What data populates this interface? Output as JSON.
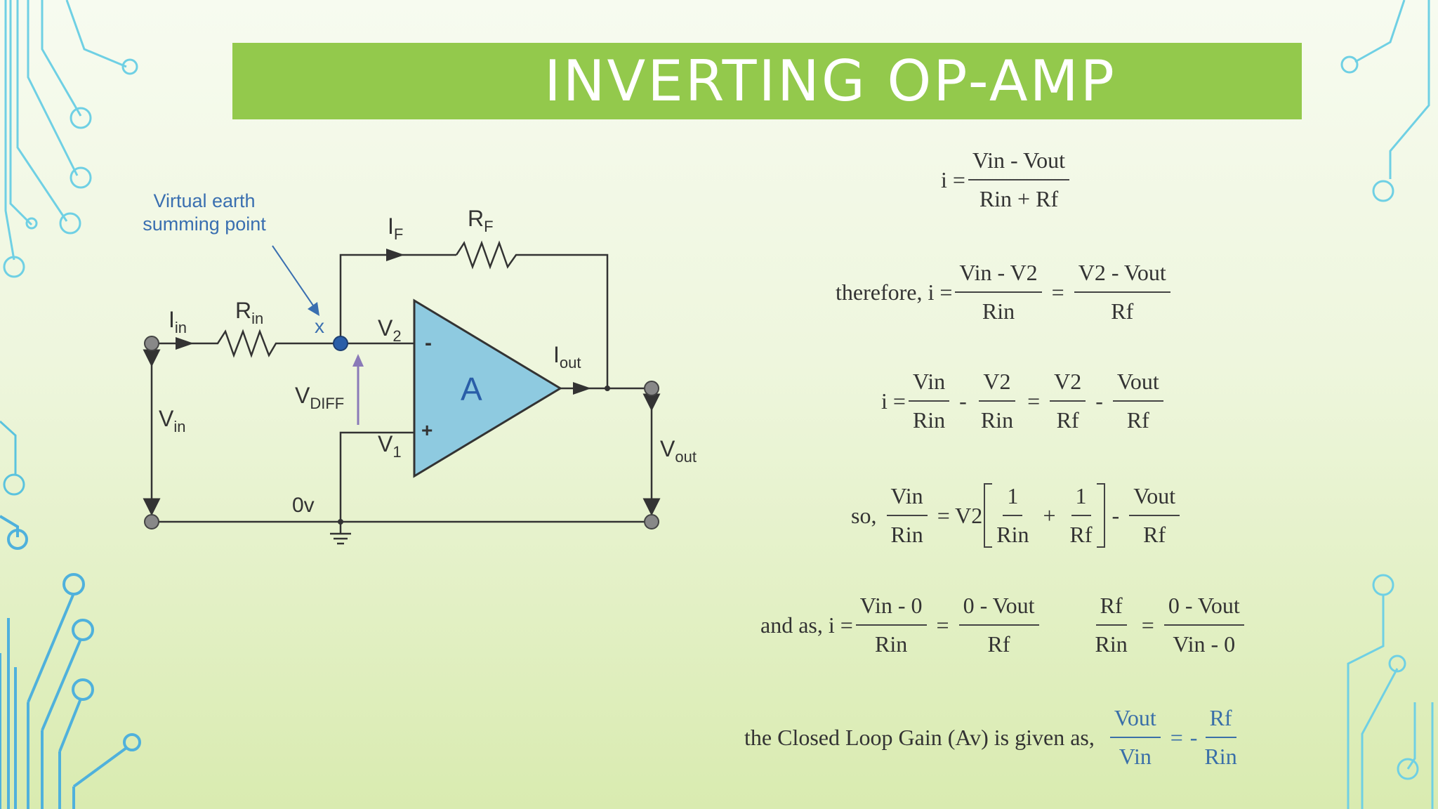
{
  "slide": {
    "title": "INVERTING OP-AMP"
  },
  "circuit": {
    "annotation_line1": "Virtual earth",
    "annotation_line2": "summing point",
    "i_in": "I",
    "i_in_sub": "in",
    "r_in": "R",
    "r_in_sub": "in",
    "x_label": "x",
    "i_f": "I",
    "i_f_sub": "F",
    "r_f": "R",
    "r_f_sub": "F",
    "v2": "V",
    "v2_sub": "2",
    "v1": "V",
    "v1_sub": "1",
    "minus": "-",
    "plus": "+",
    "amp": "A",
    "i_out": "I",
    "i_out_sub": "out",
    "v_diff": "V",
    "v_diff_sub": "DIFF",
    "v_in": "V",
    "v_in_sub": "in",
    "v_out": "V",
    "v_out_sub": "out",
    "zero_v": "0v",
    "colors": {
      "wire": "#333333",
      "amp_fill": "#8ecae0",
      "amp_label": "#2a5ea8",
      "annotation": "#3a6fb0",
      "diff_arrow": "#8a7ab8",
      "node": "#888888",
      "summing_node": "#2a5ea8"
    }
  },
  "equations": {
    "eq1": {
      "lhs": "i =",
      "num": "Vin - Vout",
      "den": "Rin + Rf"
    },
    "eq2": {
      "prefix": "therefore,  i =",
      "num1": "Vin - V2",
      "den1": "Rin",
      "eq": "=",
      "num2": "V2 - Vout",
      "den2": "Rf"
    },
    "eq3": {
      "lhs": "i =",
      "n1": "Vin",
      "d1": "Rin",
      "m1": "-",
      "n2": "V2",
      "d2": "Rin",
      "eq": "=",
      "n3": "V2",
      "d3": "Rf",
      "m2": "-",
      "n4": "Vout",
      "d4": "Rf"
    },
    "eq4": {
      "prefix": "so,",
      "n1": "Vin",
      "d1": "Rin",
      "eq": "= V2",
      "bn1": "1",
      "bd1": "Rin",
      "plus": "+",
      "bn2": "1",
      "bd2": "Rf",
      "minus": "-",
      "n3": "Vout",
      "d3": "Rf"
    },
    "eq5": {
      "prefix": "and as,   i =",
      "n1": "Vin - 0",
      "d1": "Rin",
      "eq1": "=",
      "n2": "0 - Vout",
      "d2": "Rf",
      "n3": "Rf",
      "d3": "Rin",
      "eq2": "=",
      "n4": "0 - Vout",
      "d4": "Vin - 0"
    },
    "eq6": {
      "prefix": "the Closed Loop Gain (Av) is given as,",
      "n1": "Vout",
      "d1": "Vin",
      "eq": "=",
      "minus": "-",
      "n2": "Rf",
      "d2": "Rin"
    }
  },
  "decoration": {
    "trace_left_color": "#5cc8e0",
    "trace_left_bottom_color": "#4ab0d8",
    "trace_right_color": "#5cc8e0"
  }
}
